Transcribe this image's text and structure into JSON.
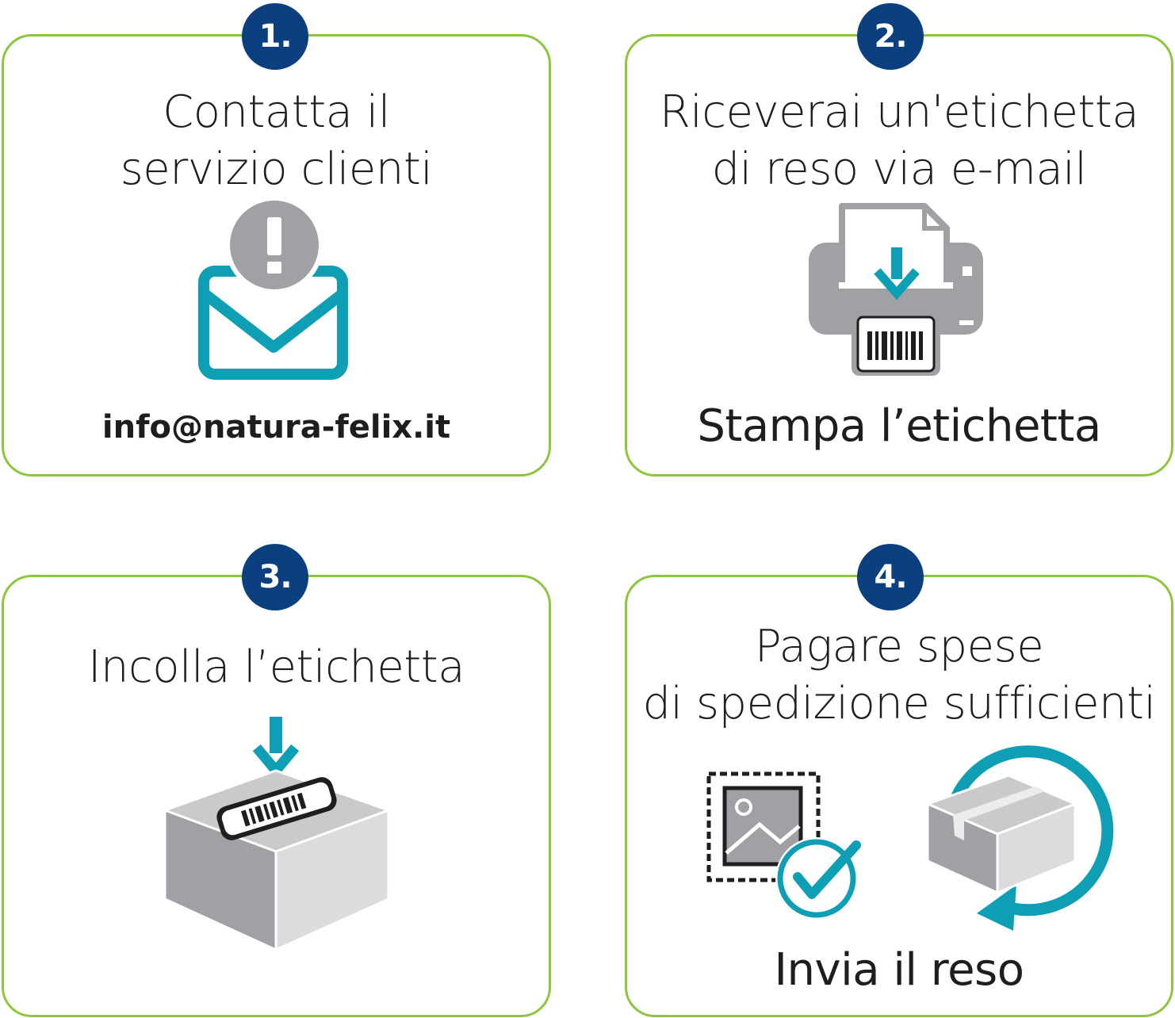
{
  "colors": {
    "card_border": "#8cc63f",
    "badge": "#0c3f7f",
    "accent_teal": "#0f9fb5",
    "icon_gray": "#a0a1a4"
  },
  "steps": [
    {
      "number": "1.",
      "title_lines": [
        "Contatta il",
        "servizio clienti"
      ],
      "icon": "email-alert-icon",
      "footer": "info@natura-felix.it"
    },
    {
      "number": "2.",
      "title_lines": [
        "Riceverai un'etichetta",
        "di reso via e-mail"
      ],
      "icon": "printer-icon",
      "footer": "Stampa l’etichetta"
    },
    {
      "number": "3.",
      "title_lines": [
        "Incolla l’etichetta"
      ],
      "icon": "labeled-box-icon"
    },
    {
      "number": "4.",
      "title_lines": [
        "Pagare spese",
        "di spedizione sufficienti"
      ],
      "icon": "stamp-check-icon",
      "icon2": "return-package-icon",
      "footer": "Invia il reso"
    }
  ]
}
